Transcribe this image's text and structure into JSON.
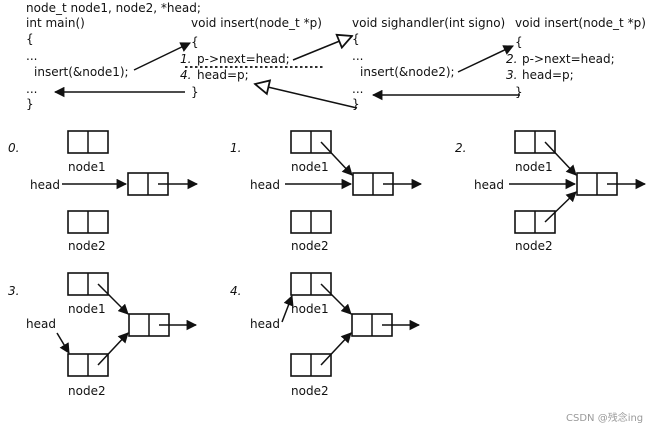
{
  "code": {
    "main": {
      "decl": "node_t node1, node2, *head;",
      "sig": "int main()",
      "open": "{",
      "dots1": "...",
      "call": "insert(&node1);",
      "dots2": "...",
      "close": "}"
    },
    "insert_a": {
      "sig": "void insert(node_t *p)",
      "open": "{",
      "n1": "1.",
      "l1": "p->next=head;",
      "n4": "4.",
      "l4": "head=p;",
      "close": "}"
    },
    "sighandler": {
      "sig": "void sighandler(int signo)",
      "open": "{",
      "dots1": "...",
      "call": "insert(&node2);",
      "dots2": "...",
      "close": "}"
    },
    "insert_b": {
      "sig": "void insert(node_t *p)",
      "open": "{",
      "n2": "2.",
      "l2": "p->next=head;",
      "n3": "3.",
      "l3": "head=p;",
      "close": "}"
    }
  },
  "steps": [
    {
      "num": "0.",
      "node1": "node1",
      "node2": "node2",
      "head": "head"
    },
    {
      "num": "1.",
      "node1": "node1",
      "node2": "node2",
      "head": "head"
    },
    {
      "num": "2.",
      "node1": "node1",
      "node2": "node2",
      "head": "head"
    },
    {
      "num": "3.",
      "node1": "node1",
      "node2": "node2",
      "head": "head"
    },
    {
      "num": "4.",
      "node1": "node1",
      "node2": "node2",
      "head": "head"
    }
  ],
  "watermark": "CSDN @残念ing"
}
